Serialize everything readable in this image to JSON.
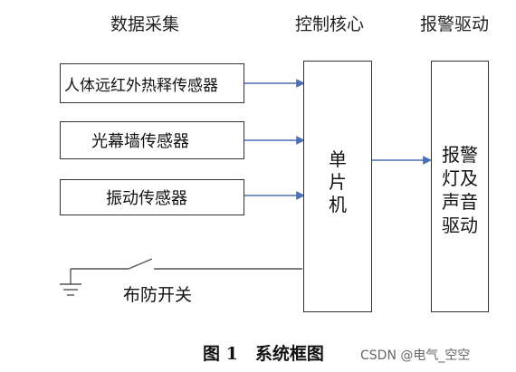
{
  "headers": {
    "data_collection": "数据采集",
    "control_core": "控制核心",
    "alarm_drive": "报警驱动"
  },
  "sensors": [
    "人体远红外热释传感器",
    "光幕墙传感器",
    "振动传感器"
  ],
  "arming_switch_label": "布防开关",
  "mcu_label": [
    "单",
    "片",
    "机"
  ],
  "alarm_label": [
    "报警",
    "灯及",
    "声音",
    "驱动"
  ],
  "caption": "图 1　系统框图",
  "watermark": "CSDN @电气_空空",
  "colors": {
    "arrow": "#4a6fb5",
    "border": "#333333"
  }
}
